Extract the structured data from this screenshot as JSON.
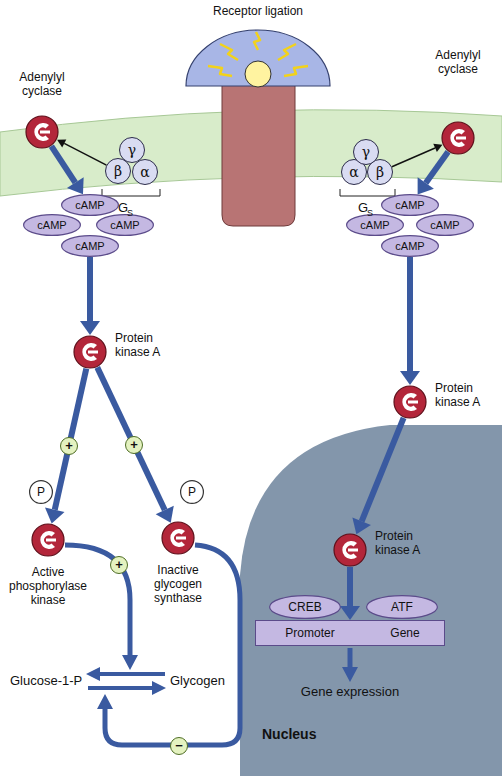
{
  "diagram": {
    "nodes": [
      {
        "text": [
          "Receptor ligation"
        ]
      },
      {
        "text": [
          "Adenylyl cyclase"
        ]
      },
      {
        "text": [
          "γ"
        ]
      },
      {
        "text": [
          "β"
        ]
      },
      {
        "text": [
          "α"
        ]
      },
      {
        "text": [
          "α"
        ]
      },
      {
        "text": [
          "β"
        ]
      },
      {
        "text": [
          "γ"
        ]
      },
      {
        "text": [
          "Adenylyl cyclase"
        ]
      },
      {
        "text": [
          "cAMP"
        ]
      },
      {
        "text": [
          "cAMP"
        ]
      },
      {
        "text": [
          "cAMP"
        ]
      },
      {
        "text": [
          "cAMP"
        ]
      },
      {
        "text": [
          "cAMP"
        ]
      },
      {
        "text": [
          "cAMP"
        ]
      },
      {
        "text": [
          "cAMP"
        ]
      },
      {
        "text": [
          "cAMP"
        ]
      },
      {
        "text": [
          "Protein kinase A"
        ]
      },
      {
        "text": [
          "Protein kinase A"
        ]
      },
      {
        "text": [
          "P"
        ]
      },
      {
        "text": [
          "P"
        ]
      },
      {
        "text": [
          "Active phosphorylase kinase"
        ]
      },
      {
        "text": [
          "Inactive glycogen synthase"
        ]
      },
      {
        "text": [
          "Nucleus"
        ]
      },
      {
        "text": [
          "Protein kinase A"
        ],
        "in": 23
      },
      {
        "text": [
          "CREB"
        ],
        "in": 23
      },
      {
        "text": [
          "ATF"
        ],
        "in": 23
      },
      {
        "text": [
          "Promoter",
          "Gene"
        ],
        "in": 23
      }
    ],
    "edges": [
      {
        "from": 3,
        "to": 1,
        "arrow": "to"
      },
      {
        "from": 6,
        "to": 8,
        "arrow": "to"
      },
      {
        "from": 1,
        "to": 9,
        "arrow": "to"
      },
      {
        "from": 8,
        "to": 13,
        "arrow": "to"
      },
      {
        "from": 12,
        "to": 17,
        "arrow": "to"
      },
      {
        "from": 16,
        "to": 18,
        "arrow": "to"
      },
      {
        "from": 17,
        "to": 21,
        "label": "+",
        "arrow": "to"
      },
      {
        "from": 17,
        "to": 22,
        "label": "+",
        "arrow": "to"
      },
      {
        "from": 18,
        "to": 24,
        "arrow": "to"
      },
      {
        "from": 24,
        "to": 27,
        "arrow": "to"
      }
    ],
    "labels": [
      "G",
      "S",
      "G",
      "S",
      "+",
      "−",
      "Glucose-1-P",
      "Glycogen",
      "Gene expression"
    ]
  }
}
